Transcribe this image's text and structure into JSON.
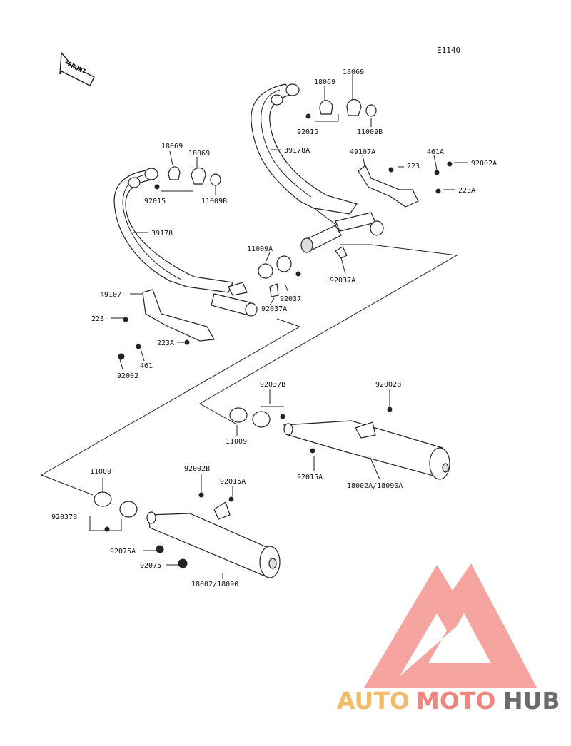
{
  "diagram_code": "E1140",
  "front_label": "FRONT",
  "labels": {
    "l_18069_a": "18069",
    "l_18069_b": "18069",
    "l_92015_a": "92015",
    "l_11009b_a": "11009B",
    "l_39178a": "39178A",
    "l_49107a": "49107A",
    "l_223_a": "223",
    "l_461a": "461A",
    "l_92002a": "92002A",
    "l_223a_a": "223A",
    "l_18069_c": "18069",
    "l_18069_d": "18069",
    "l_92015_b": "92015",
    "l_11009b_b": "11009B",
    "l_39178": "39178",
    "l_11009a": "11009A",
    "l_92037": "92037",
    "l_92037a_a": "92037A",
    "l_92037a_b": "92037A",
    "l_49107": "49107",
    "l_223_b": "223",
    "l_223a_b": "223A",
    "l_92002": "92002",
    "l_461": "461",
    "l_92037b_a": "92037B",
    "l_92002b_a": "92002B",
    "l_11009_a": "11009",
    "l_92015a_a": "92015A",
    "l_18002a": "18002A/18090A",
    "l_11009_b": "11009",
    "l_92002b_b": "92002B",
    "l_92015a_b": "92015A",
    "l_92037b_b": "92037B",
    "l_92075a": "92075A",
    "l_92075": "92075",
    "l_18002": "18002/18090"
  },
  "watermark": {
    "auto": "AUTO",
    "moto": "MOTO",
    "hub": "HUB"
  },
  "colors": {
    "line": "#222222",
    "watermark_red": "#f07a72",
    "watermark_orange": "#f2b35a",
    "watermark_gray": "#5c5c5c"
  }
}
